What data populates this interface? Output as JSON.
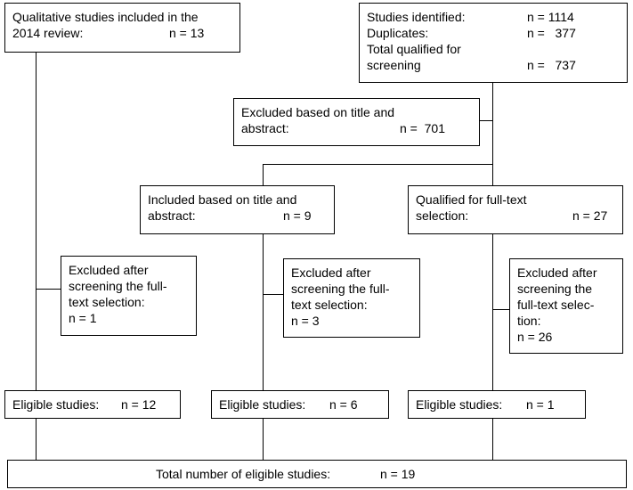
{
  "boxes": {
    "qualitative_2014": {
      "line1": "Qualitative studies included in the",
      "line2": "2014 review:",
      "value": "n = 13"
    },
    "identified": {
      "rows": [
        {
          "label": "Studies identified:",
          "value": "n = 1114"
        },
        {
          "label": "Duplicates:",
          "value": "n =   377"
        },
        {
          "label": "Total qualified for",
          "value": ""
        },
        {
          "label": "screening",
          "value": "n =   737"
        }
      ]
    },
    "excluded_title_abstract": {
      "line1": "Excluded based on title and",
      "line2": "abstract:",
      "value": "n =  701"
    },
    "included_title_abstract": {
      "line1": "Included based on title and",
      "line2": "abstract:",
      "value": "n = 9"
    },
    "qualified_fulltext": {
      "line1": "Qualified for full-text",
      "line2": "selection:",
      "value": "n = 27"
    },
    "excluded_left": {
      "lines": [
        "Excluded after",
        "screening the full-",
        "text selection:",
        "n = 1"
      ]
    },
    "excluded_middle": {
      "lines": [
        "Excluded after",
        "screening the full-",
        "text selection:",
        "n = 3"
      ]
    },
    "excluded_right": {
      "lines": [
        "Excluded after",
        "screening the",
        "full-text selec-",
        "tion:",
        "n = 26"
      ]
    },
    "eligible_left": {
      "label": "Eligible studies:",
      "value": "n = 12"
    },
    "eligible_middle": {
      "label": "Eligible studies:",
      "value": "n = 6"
    },
    "eligible_right": {
      "label": "Eligible studies:",
      "value": "n = 1"
    },
    "total": {
      "label": "Total number of eligible studies:",
      "value": "n = 19"
    }
  }
}
